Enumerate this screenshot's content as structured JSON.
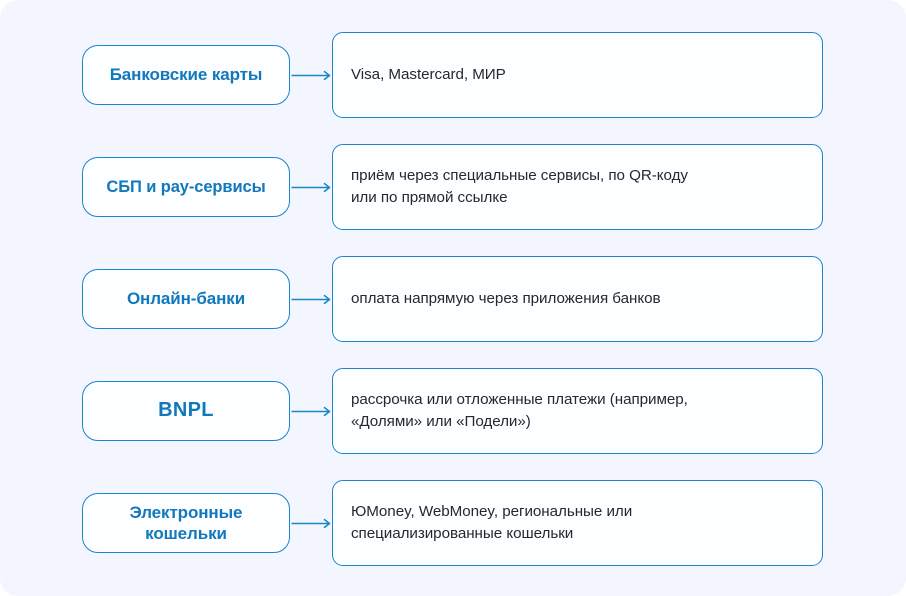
{
  "page": {
    "background_color": "#f3f6fe",
    "accent_color": "#1a86c8",
    "label_text_color": "#1178bd",
    "body_text_color": "#24292f",
    "box_fill_color": "#fdfeff"
  },
  "rows": [
    {
      "category": "Банковские карты",
      "description": "Visa, Mastercard, МИР",
      "arrow": "arrow-right-icon"
    },
    {
      "category": "СБП и pay-сервисы",
      "description": "приём через специальные сервисы, по QR-коду\nили по прямой ссылке",
      "arrow": "arrow-right-icon"
    },
    {
      "category": "Онлайн-банки",
      "description": "оплата напрямую через приложения банков",
      "arrow": "arrow-right-icon"
    },
    {
      "category": "BNPL",
      "description": "рассрочка или отложенные платежи (например,\n«Долями» или «Подели»)",
      "arrow": "arrow-right-icon"
    },
    {
      "category": "Электронные\nкошельки",
      "description": "ЮMoney, WebMoney, региональные или\nспециализированные кошельки",
      "arrow": "arrow-right-icon"
    }
  ]
}
